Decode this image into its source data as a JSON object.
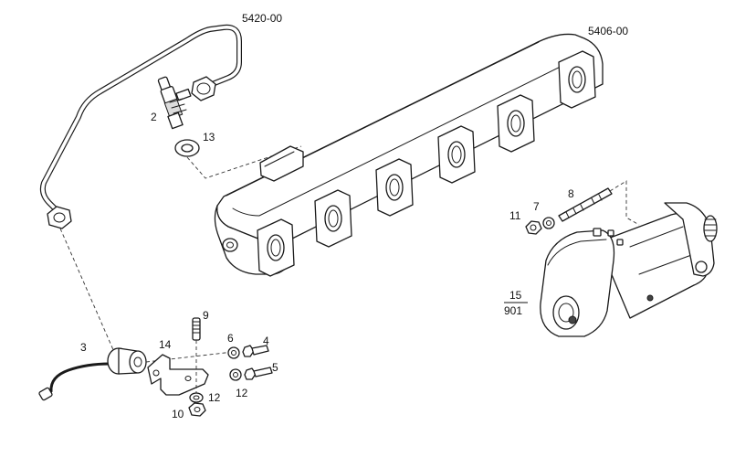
{
  "assemblies": {
    "injector_pipe": "5420-00",
    "exhaust_manifold": "5406-00"
  },
  "callouts": [
    {
      "id": "2",
      "label": "2"
    },
    {
      "id": "13",
      "label": "13"
    },
    {
      "id": "3",
      "label": "3"
    },
    {
      "id": "14",
      "label": "14"
    },
    {
      "id": "9",
      "label": "9"
    },
    {
      "id": "6",
      "label": "6"
    },
    {
      "id": "4",
      "label": "4"
    },
    {
      "id": "5",
      "label": "5"
    },
    {
      "id": "12a",
      "label": "12"
    },
    {
      "id": "12b",
      "label": "12"
    },
    {
      "id": "10",
      "label": "10"
    },
    {
      "id": "11",
      "label": "11"
    },
    {
      "id": "7",
      "label": "7"
    },
    {
      "id": "8",
      "label": "8"
    }
  ],
  "fraction_ref": {
    "numerator": "15",
    "denominator": "901"
  }
}
